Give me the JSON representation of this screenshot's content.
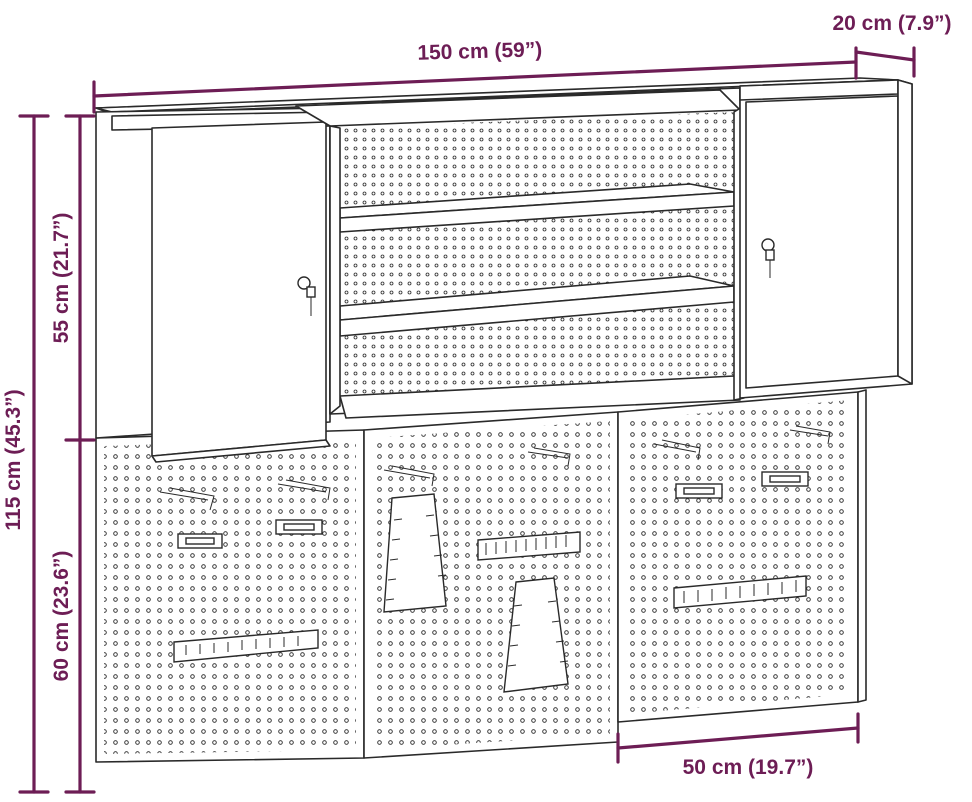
{
  "dimensions": {
    "width_total": "150 cm (59”)",
    "depth": "20 cm (7.9”)",
    "height_total": "115 cm (45.3”)",
    "height_cabinet": "55 cm (21.7”)",
    "height_pegboard": "60 cm (23.6”)",
    "width_pegboard_panel": "50 cm (19.7”)"
  },
  "colors": {
    "dimension": "#6d1d55",
    "outline": "#2a2a2a",
    "background": "#ffffff"
  },
  "icons": [
    "lock-icon",
    "hook-icon",
    "tool-holder-icon",
    "wrench-rack-icon"
  ]
}
